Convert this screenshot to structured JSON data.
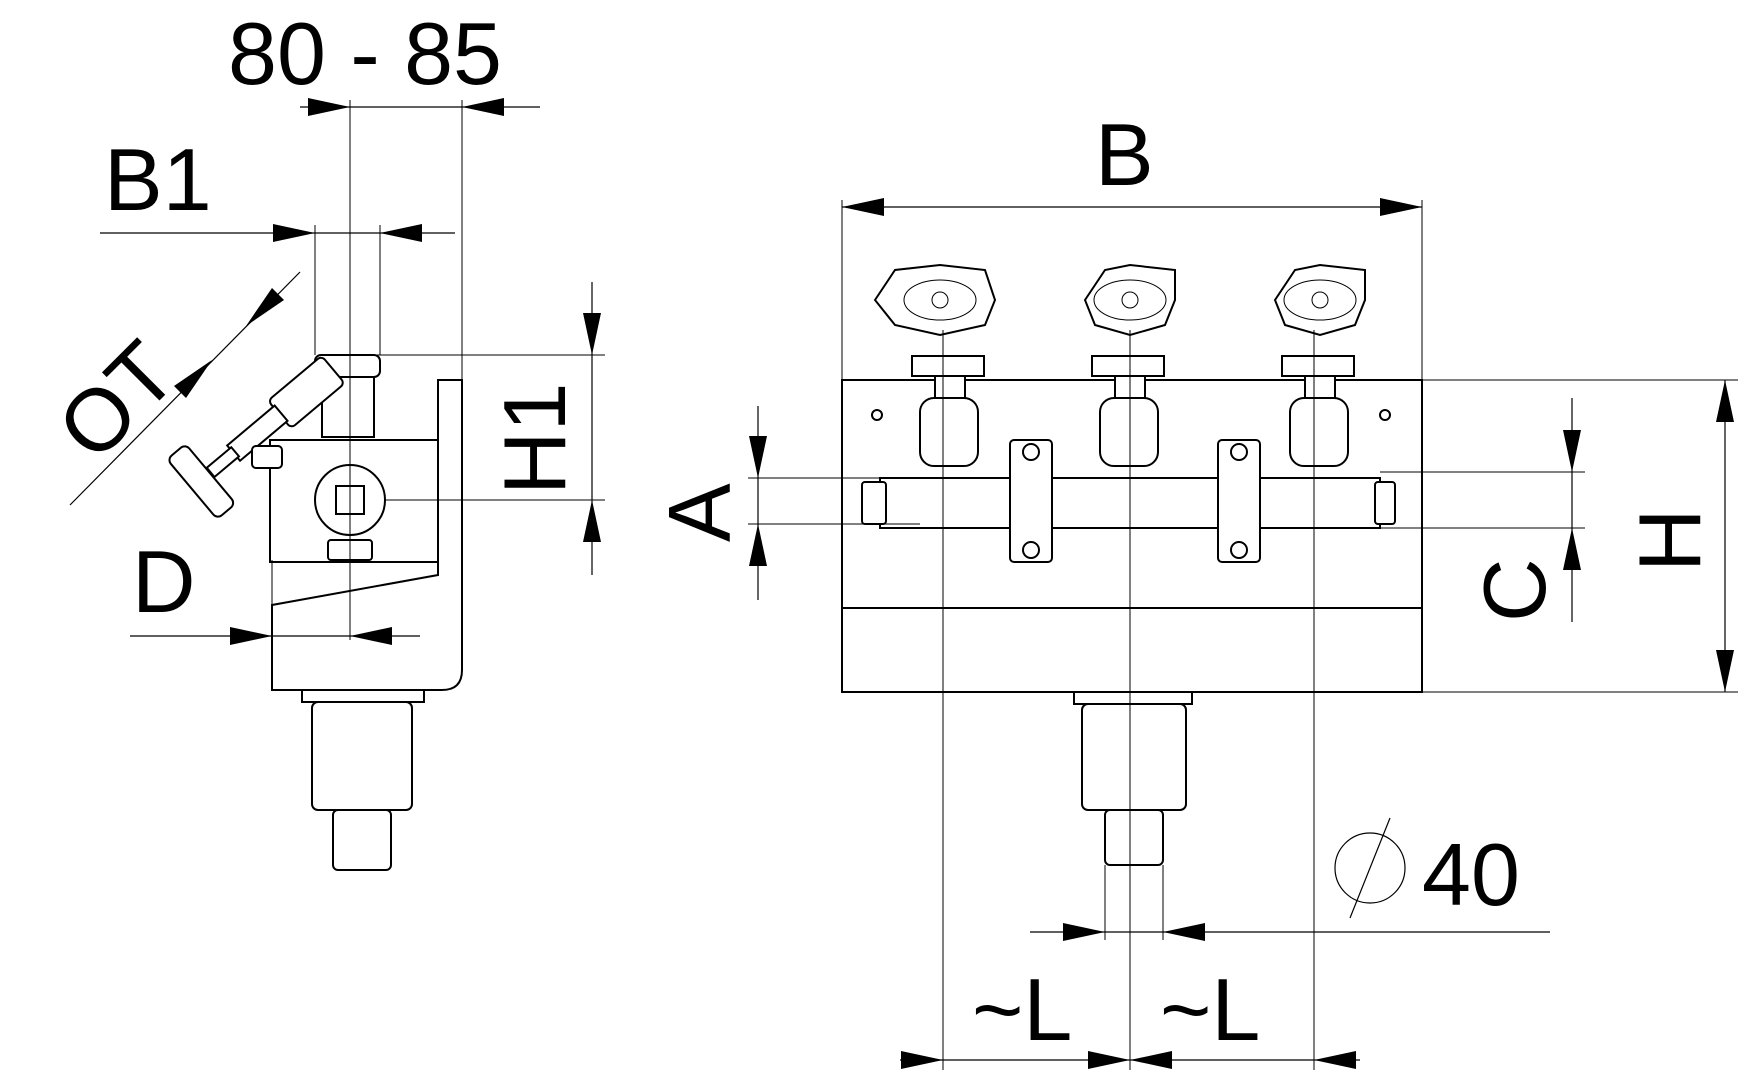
{
  "labels": {
    "gap": "80 - 85",
    "b1": "B1",
    "ot": "OT",
    "h1": "H1",
    "d": "D",
    "b": "B",
    "a": "A",
    "c": "C",
    "h": "H",
    "diameter": "40",
    "l_left": "~L",
    "l_right": "~L"
  }
}
